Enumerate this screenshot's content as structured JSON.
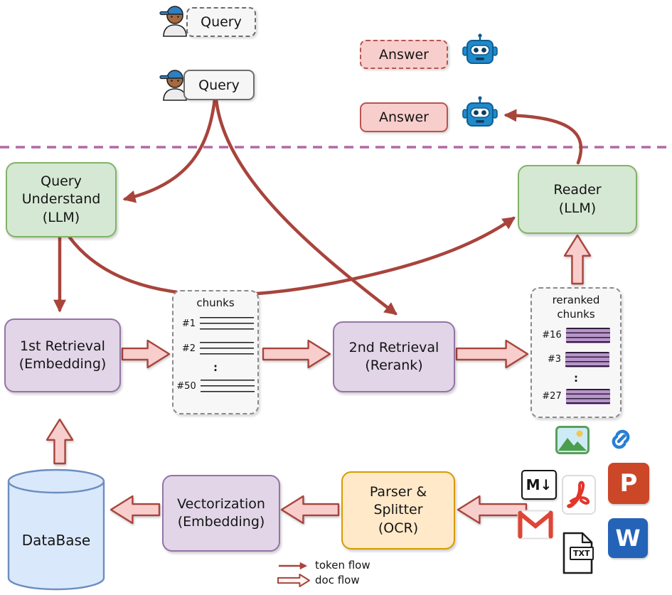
{
  "diagram": {
    "top": {
      "query_draft": "Query",
      "query_final": "Query",
      "answer_draft": "Answer",
      "answer_final": "Answer"
    },
    "nodes": {
      "query_understand": {
        "line1": "Query",
        "line2": "Understand",
        "line3": "(LLM)"
      },
      "reader": {
        "line1": "Reader",
        "line2": "(LLM)"
      },
      "first_retrieval": {
        "line1": "1st Retrieval",
        "line2": "(Embedding)"
      },
      "second_retrieval": {
        "line1": "2nd Retrieval",
        "line2": "(Rerank)"
      },
      "vectorization": {
        "line1": "Vectorization",
        "line2": "(Embedding)"
      },
      "parser_splitter": {
        "line1": "Parser &",
        "line2": "Splitter",
        "line3": "(OCR)"
      },
      "database": {
        "label": "DataBase"
      }
    },
    "chunks_panel": {
      "title": "chunks",
      "rows": [
        "#1",
        "#2",
        ":",
        "#50"
      ]
    },
    "reranked_panel": {
      "title_line1": "reranked",
      "title_line2": "chunks",
      "rows": [
        "#16",
        "#3",
        ":",
        "#27"
      ]
    },
    "icon_labels": {
      "markdown": "M↓",
      "txt": "TXT",
      "powerpoint": "P",
      "word": "W"
    },
    "legend": {
      "token_flow": "token flow",
      "doc_flow": "doc flow"
    },
    "colors": {
      "node_green_fill": "#d5e8d4",
      "node_green_stroke": "#82b366",
      "node_purple_fill": "#e1d5e7",
      "node_purple_stroke": "#9673a6",
      "node_orange_fill": "#ffe9c9",
      "node_orange_stroke": "#d79b00",
      "answer_pink_fill": "#f8cecc",
      "answer_pink_stroke": "#b85450",
      "database_blue_fill": "#dae8fc",
      "database_blue_stroke": "#6c8ebf",
      "flow_arrow_red": "#a8443c",
      "divider_purple": "#b169a8"
    }
  }
}
